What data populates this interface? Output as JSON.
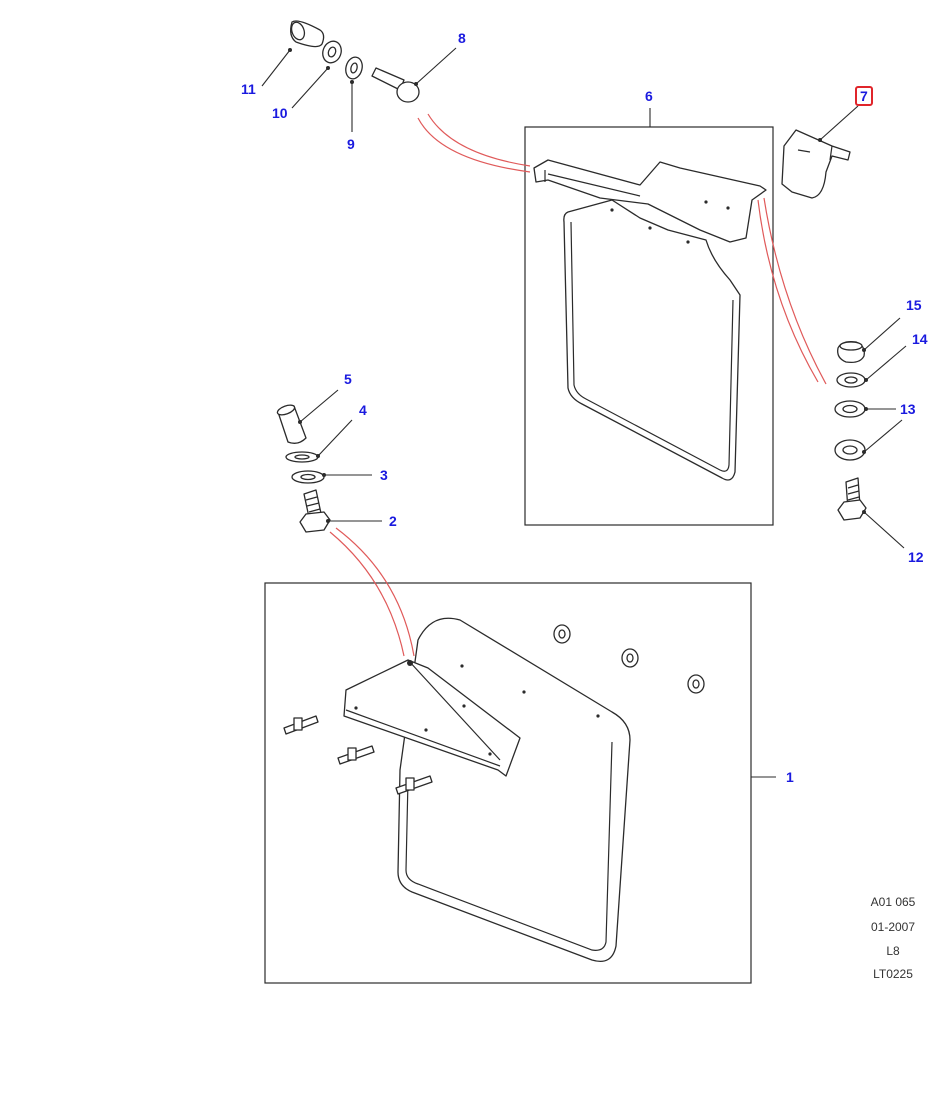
{
  "callouts": {
    "c1": "1",
    "c2": "2",
    "c3": "3",
    "c4": "4",
    "c5": "5",
    "c6": "6",
    "c7": "7",
    "c8": "8",
    "c9": "9",
    "c10": "10",
    "c11": "11",
    "c12": "12",
    "c13": "13",
    "c14": "14",
    "c15": "15"
  },
  "selected_callout": "7",
  "reference": {
    "line1": "A01 065",
    "line2": "01-2007",
    "line3": "L8",
    "line4": "LT0225"
  },
  "colors": {
    "callout": "#1a1adf",
    "selection_outline": "#e0252b",
    "link_lines": "#e05a5a",
    "ink": "#2b2b2b"
  }
}
